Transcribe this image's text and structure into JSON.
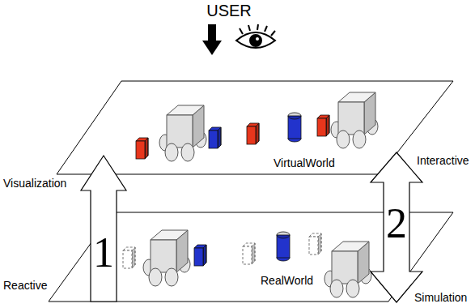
{
  "diagram": {
    "labels": [
      "USER",
      "Visualization",
      "VirtualWorld",
      "Interactive",
      "1",
      "2",
      "Reactive",
      "RealWorld",
      "Simulation"
    ]
  }
}
